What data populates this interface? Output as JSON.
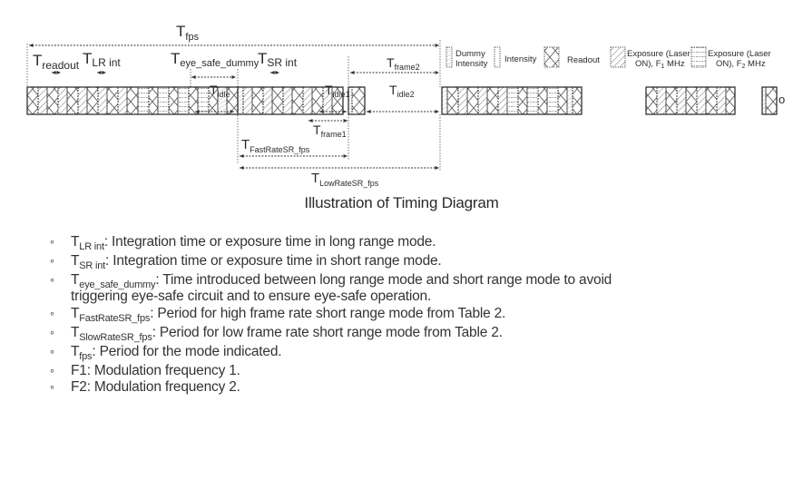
{
  "diagram": {
    "labels": {
      "t_fps": {
        "main": "T",
        "sub": "fps"
      },
      "t_readout": {
        "main": "T",
        "sub": "readout"
      },
      "t_lr_int": {
        "main": "T",
        "sub": "LR int"
      },
      "t_eye_safe_dummy": {
        "main": "T",
        "sub": "eye_safe_dummy"
      },
      "t_sr_int": {
        "main": "T",
        "sub": "SR int"
      },
      "t_idle": {
        "main": "T",
        "sub": "idle"
      },
      "t_idle1": {
        "main": "T",
        "sub": "idle1"
      },
      "t_idle2": {
        "main": "T",
        "sub": "idle2"
      },
      "t_frame1": {
        "main": "T",
        "sub": "frame1"
      },
      "t_frame2": {
        "main": "T",
        "sub": "frame2"
      },
      "t_fastrate": {
        "main": "T",
        "sub": "FastRateSR_fps"
      },
      "t_lowrate": {
        "main": "T",
        "sub": "LowRateSR_fps"
      }
    },
    "legend": [
      {
        "key": "dummy-intensity",
        "line1": "Dummy",
        "line2": "Intensity"
      },
      {
        "key": "intensity",
        "line1": "Intensity",
        "line2": ""
      },
      {
        "key": "readout",
        "line1": "Readout",
        "line2": ""
      },
      {
        "key": "exposure-f1",
        "line1": "Exposure (Laser",
        "line2": "ON), F",
        "sub": "1",
        "tail": " MHz"
      },
      {
        "key": "exposure-f2",
        "line1": "Exposure (Laser",
        "line2": "ON), F",
        "sub": "2",
        "tail": " MHz"
      }
    ],
    "continuation": "o"
  },
  "caption": "Illustration of Timing Diagram",
  "definitions": [
    {
      "main": "T",
      "sub": "LR int",
      "text": ": Integration time or exposure time in long range mode."
    },
    {
      "main": "T",
      "sub": "SR int",
      "text": ": Integration time or exposure time in short range mode."
    },
    {
      "main": "T",
      "sub": "eye_safe_dummy",
      "text": ": Time introduced between long range mode and short range mode to avoid",
      "cont": "triggering eye-safe circuit and to ensure eye-safe operation."
    },
    {
      "main": "T",
      "sub": "FastRateSR_fps",
      "text": ": Period for high frame rate short range mode from Table 2."
    },
    {
      "main": "T",
      "sub": "SlowRateSR_fps",
      "text": ": Period for low frame rate short range mode from Table 2."
    },
    {
      "main": "T",
      "sub": "fps",
      "text": ": Period for the mode indicated."
    },
    {
      "main": "F1",
      "sub": "",
      "text": ": Modulation frequency 1."
    },
    {
      "main": "F2",
      "sub": "",
      "text": ": Modulation frequency 2."
    }
  ],
  "bullet_glyph": "∘"
}
